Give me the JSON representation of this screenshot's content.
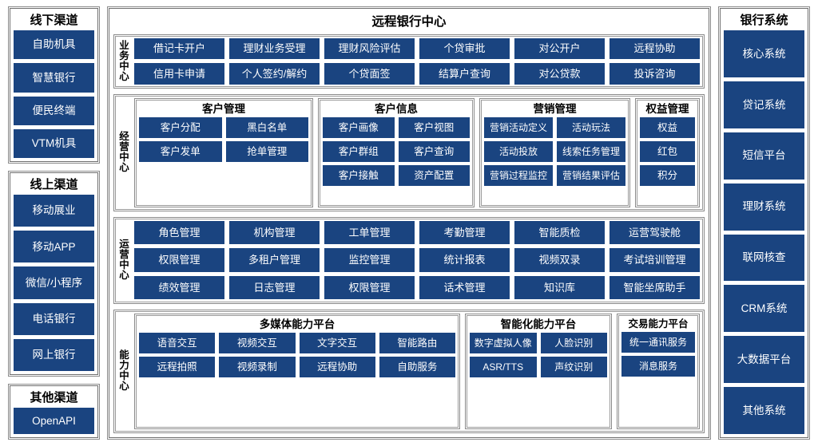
{
  "left_sidebar": {
    "groups": [
      {
        "title": "线下渠道",
        "items": [
          "自助机具",
          "智慧银行",
          "便民终端",
          "VTM机具"
        ]
      },
      {
        "title": "线上渠道",
        "items": [
          "移动展业",
          "移动APP",
          "微信/小程序",
          "电话银行",
          "网上银行"
        ]
      },
      {
        "title": "其他渠道",
        "items": [
          "OpenAPI"
        ]
      }
    ]
  },
  "right_sidebar": {
    "groups": [
      {
        "title": "银行系统",
        "items": [
          "核心系统",
          "贷记系统",
          "短信平台",
          "理财系统",
          "联网核查",
          "CRM系统",
          "大数据平台",
          "其他系统"
        ]
      }
    ]
  },
  "center": {
    "title": "远程银行中心",
    "sections": [
      {
        "label": "业务中心",
        "label_chars": [
          "业",
          "务",
          "中",
          "心"
        ],
        "type": "grid",
        "columns": 6,
        "items": [
          "借记卡开户",
          "理财业务受理",
          "理财风险评估",
          "个贷审批",
          "对公开户",
          "远程协助",
          "信用卡申请",
          "个人签约/解约",
          "个贷面签",
          "结算户查询",
          "对公贷款",
          "投诉咨询"
        ]
      },
      {
        "label": "经营中心",
        "label_chars": [
          "经",
          "营",
          "中",
          "心"
        ],
        "type": "panels",
        "panels": [
          {
            "title": "客户管理",
            "columns": 2,
            "items": [
              "客户分配",
              "黑白名单",
              "客户发单",
              "抢单管理"
            ]
          },
          {
            "title": "客户信息",
            "columns": 2,
            "items": [
              "客户画像",
              "客户视图",
              "客户群组",
              "客户查询",
              "客户接触",
              "资产配置"
            ]
          },
          {
            "title": "营销管理",
            "columns": 2,
            "items": [
              "营销活动定义",
              "活动玩法",
              "活动投放",
              "线索任务管理",
              "营销过程监控",
              "营销结果评估"
            ]
          },
          {
            "title": "权益管理",
            "columns": 1,
            "items": [
              "权益",
              "红包",
              "积分"
            ]
          }
        ]
      },
      {
        "label": "运营中心",
        "label_chars": [
          "运",
          "营",
          "中",
          "心"
        ],
        "type": "grid",
        "columns": 6,
        "items": [
          "角色管理",
          "机构管理",
          "工单管理",
          "考勤管理",
          "智能质检",
          "运营驾驶舱",
          "权限管理",
          "多租户管理",
          "监控管理",
          "统计报表",
          "视频双录",
          "考试培训管理",
          "绩效管理",
          "日志管理",
          "权限管理",
          "话术管理",
          "知识库",
          "智能坐席助手"
        ]
      },
      {
        "label": "能力中心",
        "label_chars": [
          "能",
          "力",
          "中",
          "心"
        ],
        "type": "panels",
        "panels": [
          {
            "title": "多媒体能力平台",
            "columns": 4,
            "items": [
              "语音交互",
              "视频交互",
              "文字交互",
              "智能路由",
              "远程拍照",
              "视频录制",
              "远程协助",
              "自助服务"
            ]
          },
          {
            "title": "智能化能力平台",
            "columns": 2,
            "items": [
              "数字虚拟人像",
              "人脸识别",
              "ASR/TTS",
              "声纹识别"
            ]
          },
          {
            "title": "交易能力平台",
            "columns": 1,
            "items": [
              "统一通讯服务",
              "消息服务"
            ]
          }
        ]
      }
    ]
  },
  "colors": {
    "tile_blue": "#1a4480",
    "tile_text": "#ffffff",
    "border_gray": "#8a8a8a",
    "page_background": "#ffffff"
  }
}
